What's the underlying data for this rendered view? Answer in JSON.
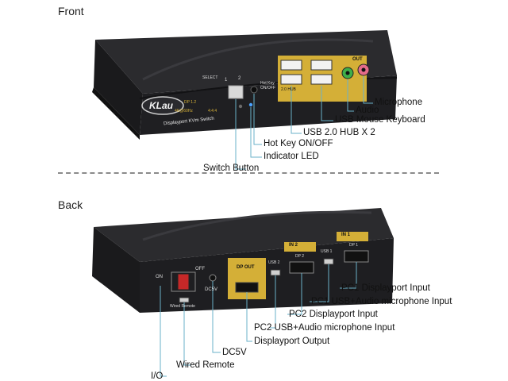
{
  "sections": {
    "front_title": "Front",
    "back_title": "Back"
  },
  "device": {
    "brand_logo": "KLau",
    "model_line": "Displayport KVm Switch",
    "spec_badges": [
      "DP 1.2",
      "4K@60Hz",
      "4:4:4"
    ],
    "select_label": "SELECT",
    "port_numbers": [
      "1",
      "2"
    ],
    "hotkey_label": "Hot Key ON/OFF",
    "hub_label": "2.0 HUB",
    "out_label": "OUT",
    "back_labels": {
      "on": "ON",
      "off": "OFF",
      "wired_remote_tag": "Wired Remote",
      "dc5v_tag": "DC5V",
      "dp_out_tag": "DP OUT",
      "in2_tag": "IN 2",
      "in1_tag": "IN 1",
      "usb2_tag": "USB 2",
      "usb1_tag": "USB 1",
      "dp2_tag": "DP 2",
      "dp1_tag": "DP 1"
    }
  },
  "front_callouts": {
    "microphone": "Microphone",
    "audio": "Audio",
    "usb_mouse_keyboard": "USB Mouse Keyboard",
    "usb_hub": "USB 2.0 HUB X 2",
    "hot_key": "Hot Key ON/OFF",
    "indicator_led": "Indicator LED",
    "switch_button": "Switch Button"
  },
  "back_callouts": {
    "pc1_dp_input": "PC1 Displayport Input",
    "pc1_usb_audio": "PC1 USB+Audio microphone Input",
    "pc2_dp_input": "PC2 Displayport Input",
    "pc2_usb_audio": "PC2 USB+Audio microphone Input",
    "dp_output": "Displayport Output",
    "dc5v": "DC5V",
    "wired_remote": "Wired Remote",
    "io": "I/O"
  },
  "colors": {
    "body": "#1d1d1f",
    "panel": "#26262a",
    "gold": "#d4af37",
    "callout_line": "#6ab0c8",
    "audio_green": "#3fae49",
    "mic_pink": "#e46b8a"
  }
}
